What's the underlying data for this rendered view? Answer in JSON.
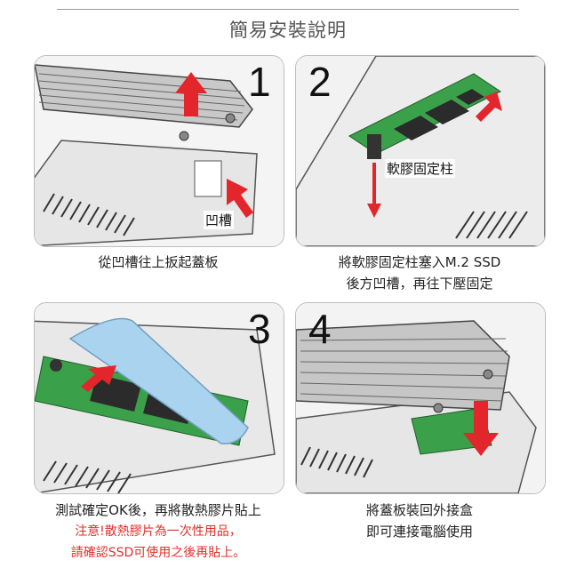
{
  "header": {
    "title": "簡易安裝說明"
  },
  "steps": [
    {
      "number": "1",
      "caption_lines": [
        "從凹槽往上扳起蓋板"
      ],
      "callout": "凹槽"
    },
    {
      "number": "2",
      "caption_lines": [
        "將軟膠固定柱塞入M.2 SSD",
        "後方凹槽，再往下壓固定"
      ],
      "callout": "軟膠固定柱"
    },
    {
      "number": "3",
      "caption_lines": [
        "測試確定OK後，再將散熱膠片貼上"
      ],
      "warning_lines": [
        "注意!散熱膠片為一次性用品，",
        "請確認SSD可使用之後再貼上。"
      ]
    },
    {
      "number": "4",
      "caption_lines": [
        "將蓋板裝回外接盒",
        "即可連接電腦使用"
      ]
    }
  ],
  "colors": {
    "arrow": "#e3262b",
    "pcb": "#3aa04a",
    "thermal_pad": "#a9d3ef",
    "warning_text": "#e0302a"
  }
}
